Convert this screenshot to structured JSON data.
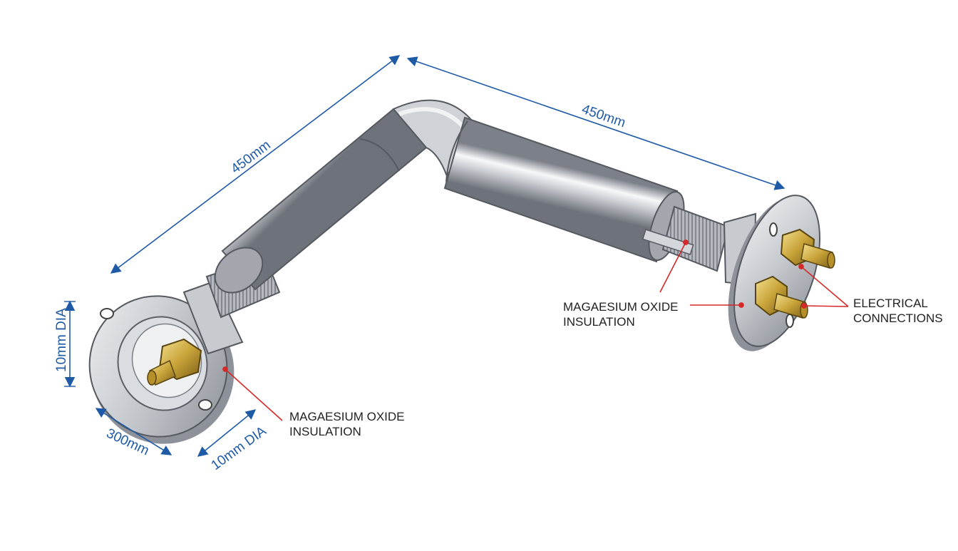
{
  "colors": {
    "dimension": "#1f5aa6",
    "leader": "#d62828",
    "metal_light": "#f4f5f7",
    "metal_dark": "#8d9199",
    "brass": "#c9a43a"
  },
  "dimensions": {
    "left_arm_length": "450mm",
    "right_arm_length": "450mm",
    "flange_height": "10mm DIA",
    "flange_width": "300mm",
    "neck_dia": "10mm DIA"
  },
  "callouts": {
    "insulation_left": {
      "line1": "MAGAESIUM OXIDE",
      "line2": "INSULATION"
    },
    "insulation_right": {
      "line1": "MAGAESIUM OXIDE",
      "line2": "INSULATION"
    },
    "electrical": {
      "line1": "ELECTRICAL",
      "line2": "CONNECTIONS"
    }
  }
}
